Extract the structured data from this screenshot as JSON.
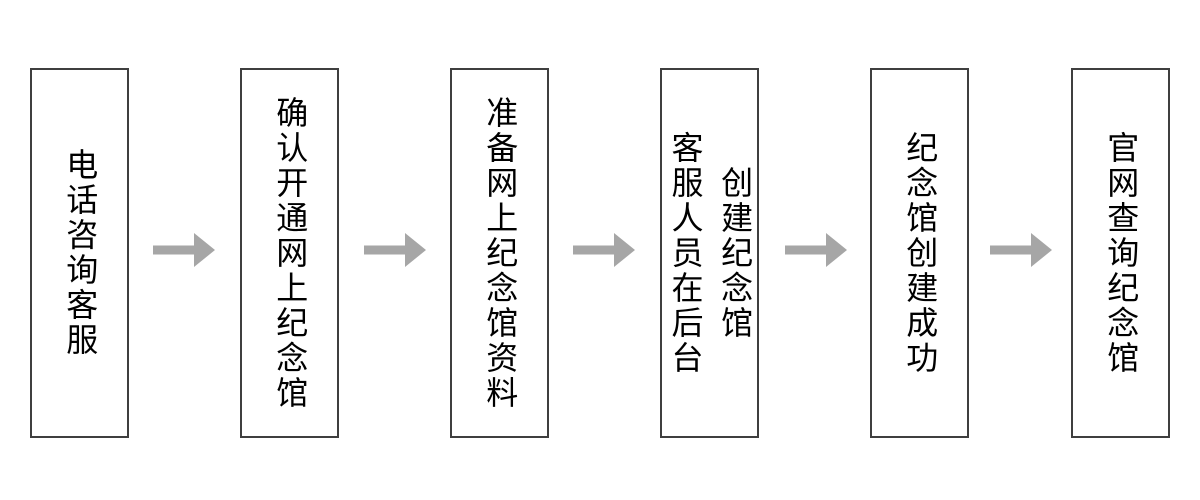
{
  "flow": {
    "title": "memorial-hall-creation-process-flowchart",
    "colors": {
      "background": "#ffffff",
      "box_border": "#3f3f3f",
      "text": "#000000",
      "arrow": "#a6a6a6"
    },
    "steps": [
      {
        "label": "电话咨询客服"
      },
      {
        "label": "确认开通网上纪念馆"
      },
      {
        "label": "准备网上纪念馆资料"
      },
      {
        "label": "客服人员在后台\n创建纪念馆"
      },
      {
        "label": "纪念馆创建成功"
      },
      {
        "label": "官网查询纪念馆"
      }
    ],
    "connector": "right-arrow"
  }
}
